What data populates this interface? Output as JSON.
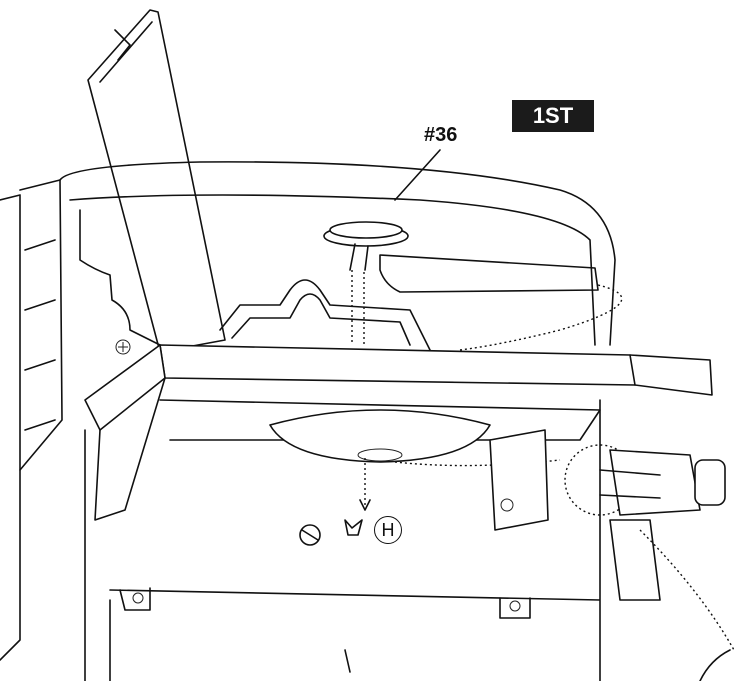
{
  "diagram": {
    "step_badge": "1ST",
    "part_callout": "#36",
    "fastener_label": "H"
  }
}
